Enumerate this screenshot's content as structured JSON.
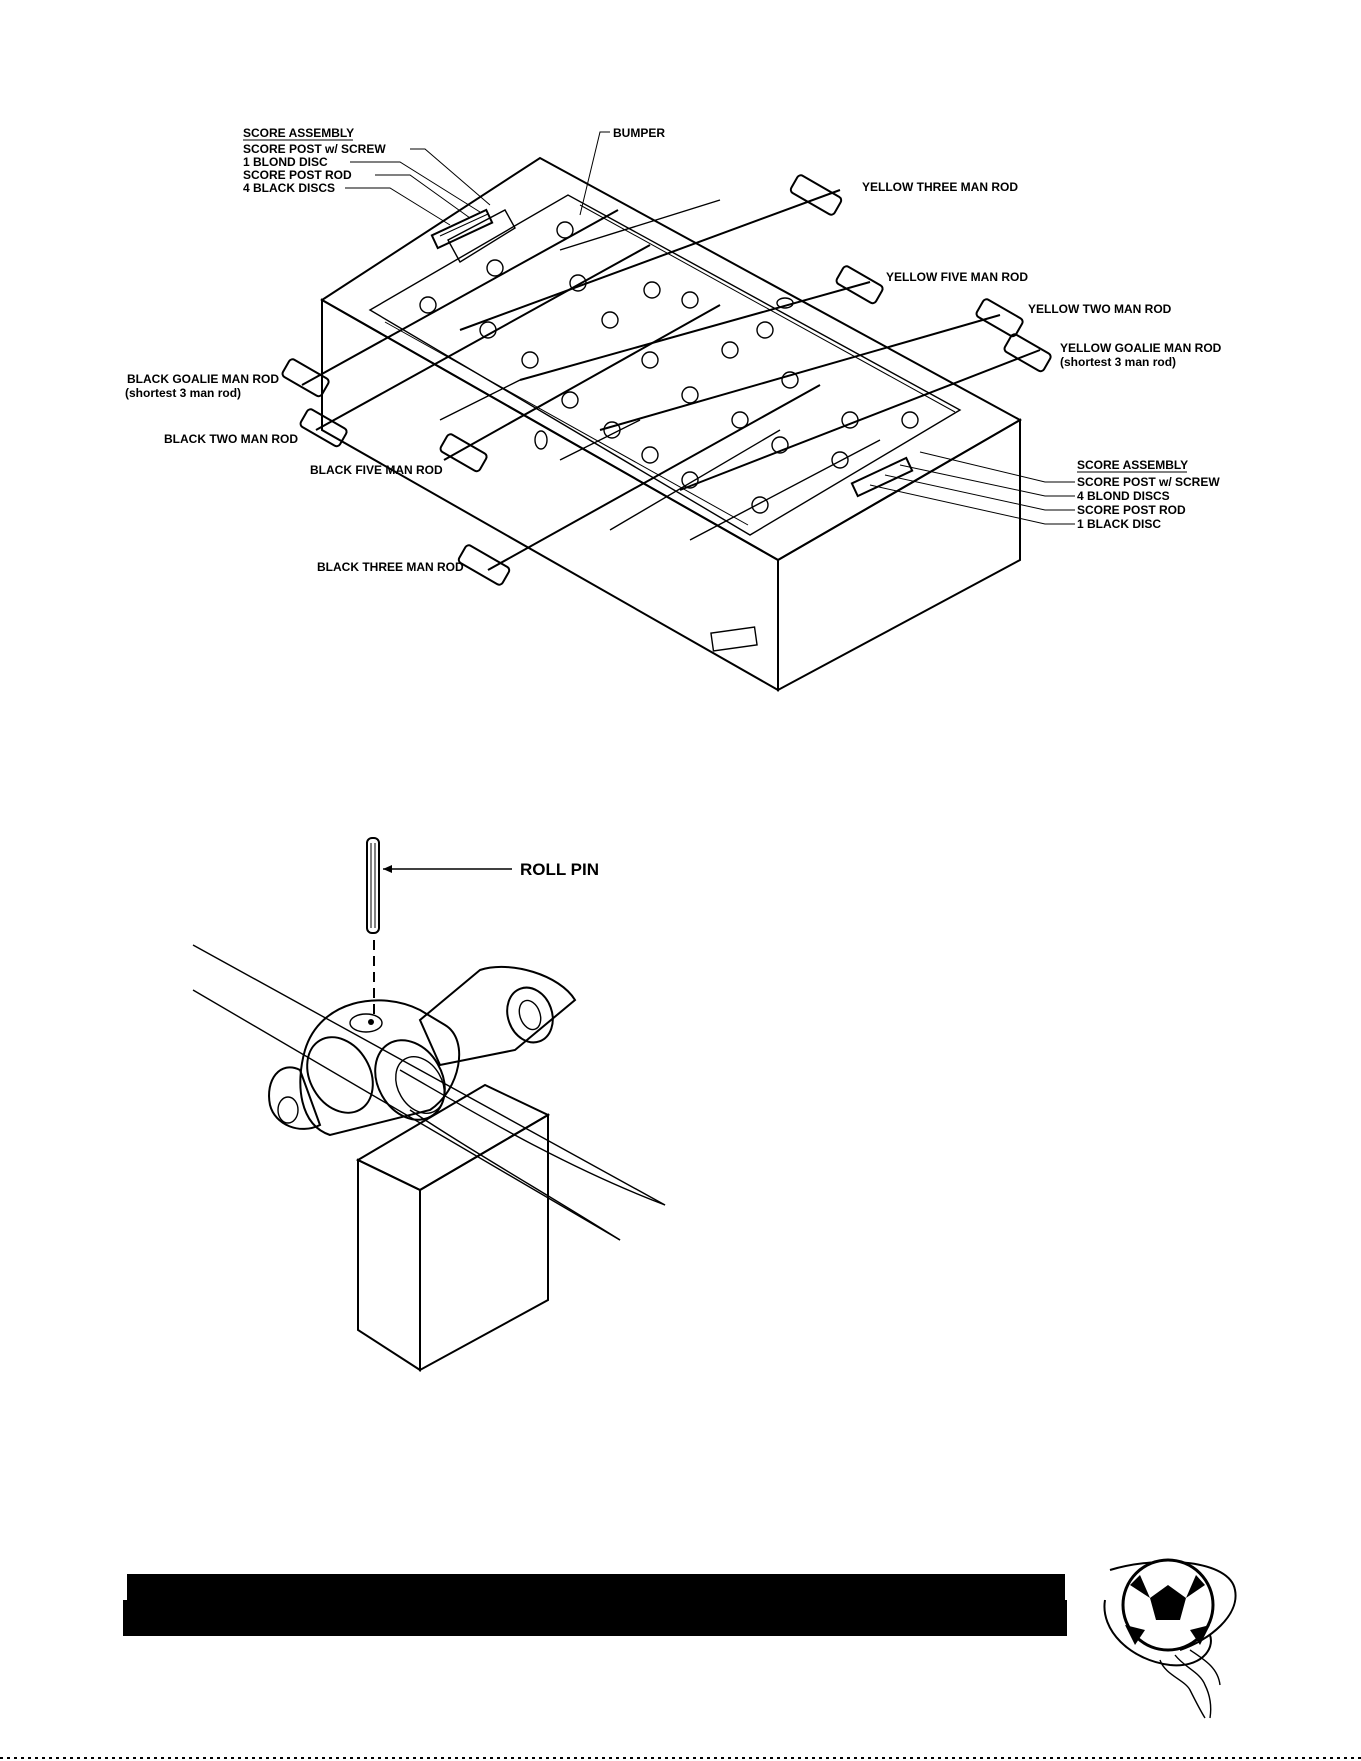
{
  "top_diagram": {
    "score_assembly_top": {
      "heading": "SCORE ASSEMBLY",
      "items": [
        "SCORE POST w/ SCREW",
        "1 BLOND DISC",
        "SCORE POST ROD",
        "4 BLACK DISCS"
      ]
    },
    "bumper": "BUMPER",
    "yellow_three": "YELLOW THREE MAN ROD",
    "yellow_five": "YELLOW FIVE MAN ROD",
    "yellow_two": "YELLOW TWO MAN ROD",
    "yellow_goalie_1": "YELLOW GOALIE MAN ROD",
    "yellow_goalie_2": "(shortest 3 man rod)",
    "black_goalie_1": "BLACK GOALIE MAN ROD",
    "black_goalie_2": "(shortest 3 man rod)",
    "black_two": "BLACK TWO MAN ROD",
    "black_five": "BLACK FIVE MAN ROD",
    "black_three": "BLACK THREE MAN ROD",
    "score_assembly_bottom": {
      "heading": "SCORE ASSEMBLY",
      "items": [
        "SCORE POST w/ SCREW",
        "4 BLOND DISCS",
        "SCORE POST ROD",
        "1 BLACK DISC"
      ]
    }
  },
  "detail_diagram": {
    "roll_pin": "ROLL PIN"
  },
  "colors": {
    "ink": "#000000",
    "paper": "#ffffff"
  },
  "icons": {
    "logo": "soccer-ball-tornado-icon"
  }
}
